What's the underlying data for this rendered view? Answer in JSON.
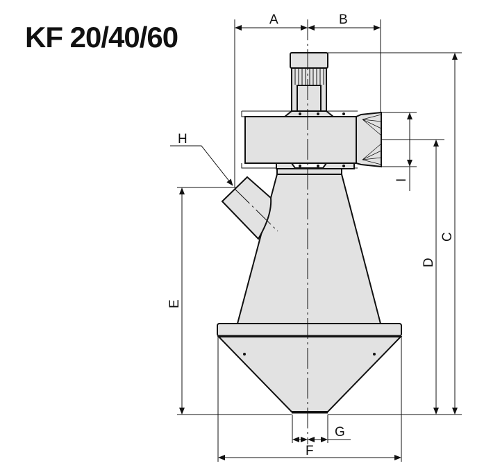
{
  "title": "KF 20/40/60",
  "dimensions": {
    "A": "A",
    "B": "B",
    "C": "C",
    "D": "D",
    "E": "E",
    "F": "F",
    "G": "G",
    "H": "H",
    "I": "I"
  },
  "colors": {
    "body_fill": "#e2e2e2",
    "line": "#111111"
  }
}
